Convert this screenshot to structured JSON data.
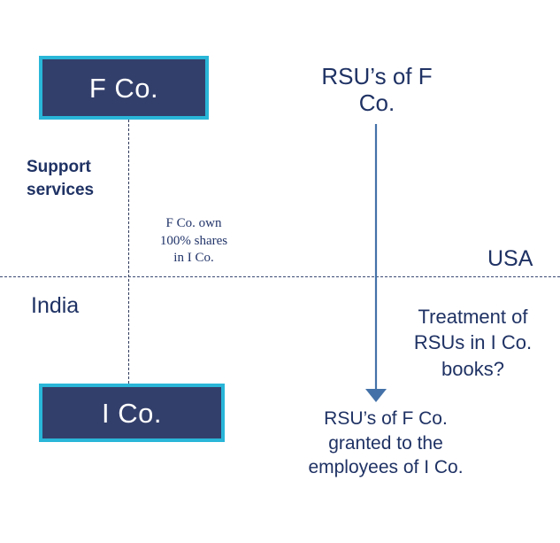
{
  "diagram": {
    "title": "RSU cross-border structure diagram",
    "colors": {
      "box_fill": "#333f6b",
      "box_border": "#29b6d8",
      "box_text": "#ffffff",
      "text_navy": "#1f3264",
      "arrow_blue": "#4472a8",
      "divider": "#3c4a74",
      "background": "#ffffff"
    },
    "boxes": [
      {
        "id": "f-co",
        "label": "F Co."
      },
      {
        "id": "i-co",
        "label": "I Co."
      }
    ],
    "labels": {
      "support_services": "Support\nservices",
      "ownership_note": "F Co. own\n100% shares\nin I Co.",
      "rsu_title": "RSU’s of F\nCo.",
      "treatment_question": "Treatment of\nRSUs in I Co.\nbooks?",
      "grant_note": "RSU’s of F Co.\ngranted to the\nemployees of  I Co."
    },
    "regions": {
      "upper": "USA",
      "lower": "India"
    },
    "connectors": {
      "ownership_line": "dotted-vertical-line",
      "country_divider": "dashed-horizontal-line",
      "grant_arrow": "downward-arrow"
    }
  }
}
